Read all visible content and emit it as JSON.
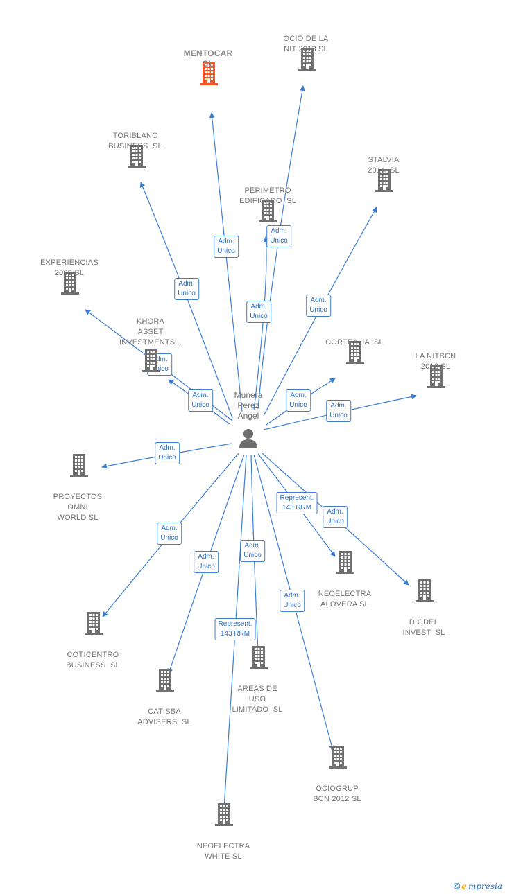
{
  "center": {
    "label": "Munera\nPerez\nAngel"
  },
  "colors": {
    "edge": "#3b7fd4",
    "building": "#707070",
    "focus_building": "#f0572a"
  },
  "nodes": [
    {
      "id": "mentocar",
      "label": "MENTOCAR\nSL",
      "focus": true
    },
    {
      "id": "ocio-de-la-nit",
      "label": "OCIO DE LA\nNIT 2013 SL"
    },
    {
      "id": "toriblanc",
      "label": "TORIBLANC\nBUSINESS  SL"
    },
    {
      "id": "stalvia",
      "label": "STALVIA\n2014  SL"
    },
    {
      "id": "perimetro",
      "label": "PERIMETRO\nEDIFICADO  SL"
    },
    {
      "id": "experiencias",
      "label": "EXPERIENCIAS\n2009 SL"
    },
    {
      "id": "khora",
      "label": "KHORA\nASSET\nINVESTMENTS..."
    },
    {
      "id": "cortealia",
      "label": "CORTEALIA  SL"
    },
    {
      "id": "la-nitbcn",
      "label": "LA NITBCN\n2012 SL"
    },
    {
      "id": "proyectos-omni",
      "label": "PROYECTOS\nOMNI\nWORLD SL"
    },
    {
      "id": "neoelectra-alovera",
      "label": "NEOELECTRA\nALOVERA SL"
    },
    {
      "id": "digdel",
      "label": "DIGDEL\nINVEST  SL"
    },
    {
      "id": "coticentro",
      "label": "COTICENTRO\nBUSINESS  SL"
    },
    {
      "id": "areas-de-uso",
      "label": "AREAS DE\nUSO\nLIMITADO  SL"
    },
    {
      "id": "catisba",
      "label": "CATISBA\nADVISERS  SL"
    },
    {
      "id": "ociogrup",
      "label": "OCIOGRUP\nBCN 2012 SL"
    },
    {
      "id": "neoelectra-white",
      "label": "NEOELECTRA\nWHITE SL"
    }
  ],
  "edges": [
    {
      "to": "mentocar",
      "label": "Adm.\nUnico"
    },
    {
      "to": "ocio-de-la-nit",
      "label": "Adm.\nUnico"
    },
    {
      "to": "toriblanc",
      "label": "Adm.\nUnico"
    },
    {
      "to": "stalvia",
      "label": "Adm.\nUnico"
    },
    {
      "to": "perimetro",
      "label": "Adm.\nUnico"
    },
    {
      "to": "experiencias",
      "label": "Adm.\nUnico"
    },
    {
      "to": "khora",
      "label": "Adm.\nUnico"
    },
    {
      "to": "cortealia",
      "label": "Adm.\nUnico"
    },
    {
      "to": "la-nitbcn",
      "label": "Adm.\nUnico"
    },
    {
      "to": "proyectos-omni",
      "label": "Adm.\nUnico"
    },
    {
      "to": "neoelectra-alovera",
      "label": "Represent.\n143 RRM"
    },
    {
      "to": "digdel",
      "label": "Adm.\nUnico"
    },
    {
      "to": "coticentro",
      "label": "Adm.\nUnico"
    },
    {
      "to": "areas-de-uso",
      "label": "Adm.\nUnico"
    },
    {
      "to": "catisba",
      "label": "Adm.\nUnico"
    },
    {
      "to": "ociogrup",
      "label": "Adm.\nUnico"
    },
    {
      "to": "neoelectra-white",
      "label": "Represent.\n143 RRM"
    }
  ],
  "footer": {
    "copyright": "©",
    "brand_initial": "e",
    "brand_rest": "mpresia"
  }
}
